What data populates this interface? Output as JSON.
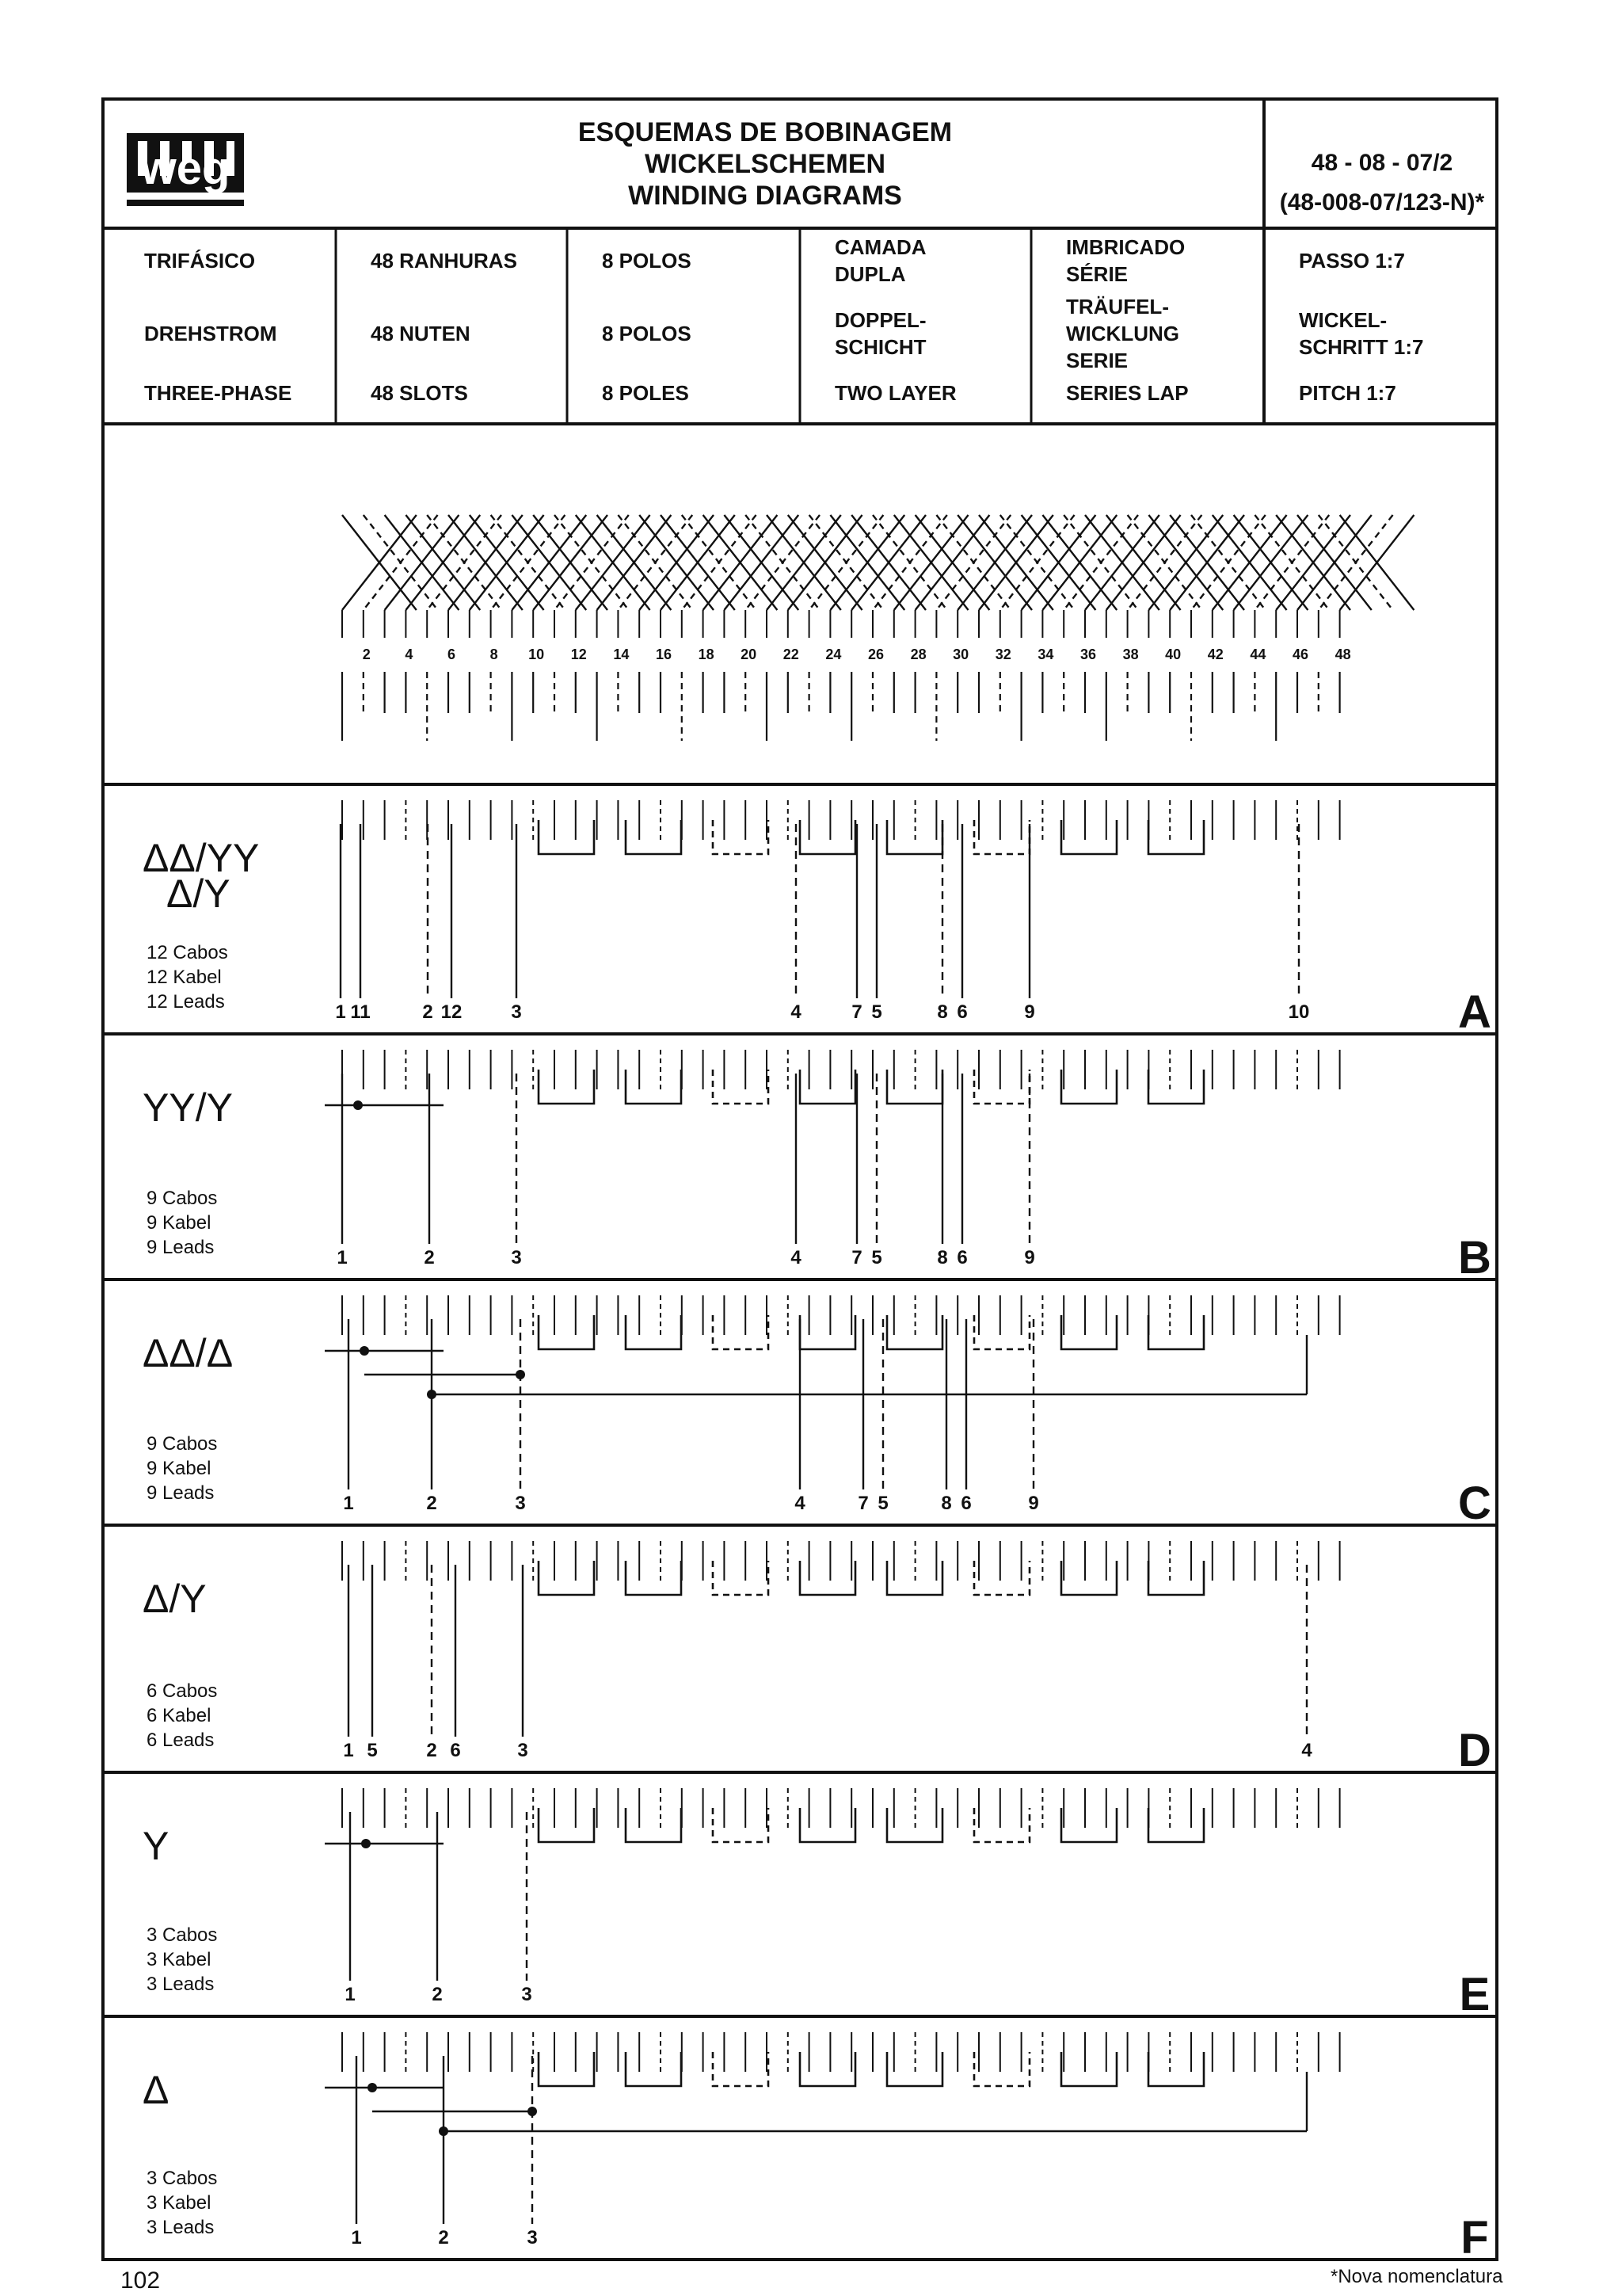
{
  "header": {
    "title_lines": [
      "ESQUEMAS DE BOBINAGEM",
      "WICKELSCHEMEN",
      "WINDING DIAGRAMS"
    ],
    "code_lines": [
      "48 - 08 - 07/2",
      "(48-008-07/123-N)*"
    ]
  },
  "spec_table": {
    "columns": [
      {
        "rows": [
          "TRIFÁSICO",
          "DREHSTROM",
          "THREE-PHASE"
        ]
      },
      {
        "rows": [
          "48 RANHURAS",
          "48 NUTEN",
          "48 SLOTS"
        ]
      },
      {
        "rows": [
          "8 POLOS",
          "8 POLOS",
          "8 POLES"
        ]
      },
      {
        "rows": [
          "CAMADA\nDUPLA",
          "DOPPEL-\nSCHICHT",
          "TWO LAYER"
        ]
      },
      {
        "rows": [
          "IMBRICADO\nSÉRIE",
          "TRÄUFEL-\nWICKLUNG\nSERIE",
          "SERIES LAP"
        ]
      },
      {
        "rows": [
          "PASSO 1:7",
          "WICKEL-\nSCHRITT 1:7",
          "PITCH 1:7"
        ]
      }
    ]
  },
  "slot_numbers": [
    "2",
    "4",
    "6",
    "8",
    "10",
    "12",
    "14",
    "16",
    "18",
    "20",
    "22",
    "24",
    "26",
    "28",
    "30",
    "32",
    "34",
    "36",
    "38",
    "40",
    "42",
    "44",
    "46",
    "48"
  ],
  "connections": [
    {
      "letter": "A",
      "symbol": "ΔΔ/YY\nΔ/Y",
      "leads": [
        "12 Cabos",
        "12 Kabel",
        "12 Leads"
      ],
      "terminals": [
        "1",
        "11",
        "2",
        "12",
        "3",
        "4",
        "7",
        "5",
        "8",
        "6",
        "9",
        "10"
      ]
    },
    {
      "letter": "B",
      "symbol": "YY/Y",
      "leads": [
        "9 Cabos",
        "9 Kabel",
        "9 Leads"
      ],
      "terminals": [
        "1",
        "2",
        "3",
        "4",
        "7",
        "5",
        "8",
        "6",
        "9"
      ]
    },
    {
      "letter": "C",
      "symbol": "ΔΔ/Δ",
      "leads": [
        "9 Cabos",
        "9 Kabel",
        "9 Leads"
      ],
      "terminals": [
        "1",
        "2",
        "3",
        "4",
        "7",
        "5",
        "8",
        "6",
        "9"
      ]
    },
    {
      "letter": "D",
      "symbol": "Δ/Y",
      "leads": [
        "6 Cabos",
        "6 Kabel",
        "6 Leads"
      ],
      "terminals": [
        "1",
        "5",
        "2",
        "6",
        "3",
        "4"
      ]
    },
    {
      "letter": "E",
      "symbol": "Y",
      "leads": [
        "3 Cabos",
        "3 Kabel",
        "3 Leads"
      ],
      "terminals": [
        "1",
        "2",
        "3"
      ]
    },
    {
      "letter": "F",
      "symbol": "Δ",
      "leads": [
        "3 Cabos",
        "3 Kabel",
        "3 Leads"
      ],
      "terminals": [
        "1",
        "2",
        "3"
      ]
    }
  ],
  "footer": {
    "page_number": "102",
    "footnote": "*Nova nomenclatura"
  }
}
